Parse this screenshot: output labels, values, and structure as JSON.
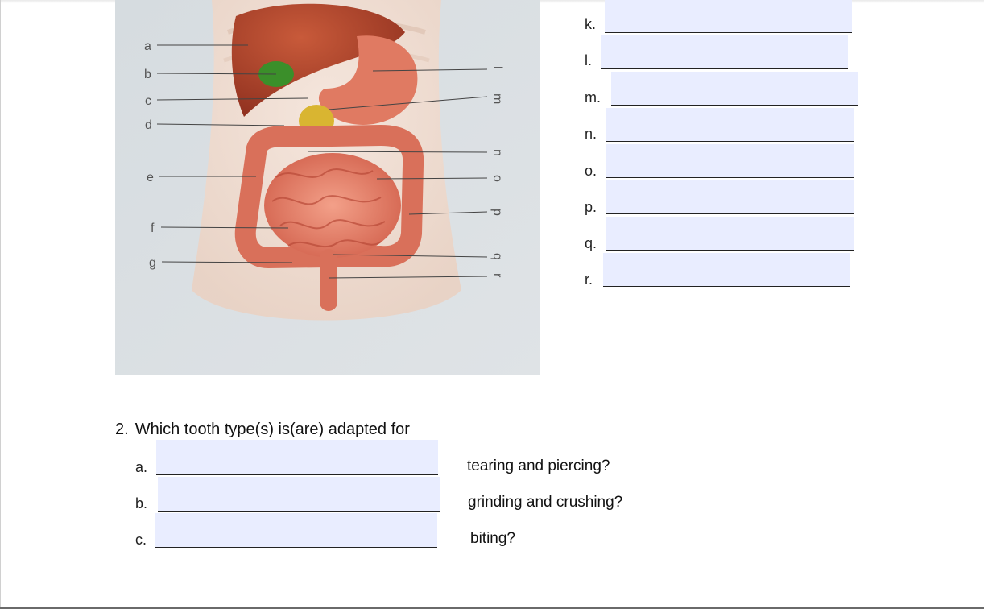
{
  "figure": {
    "left_labels": [
      "a",
      "b",
      "c",
      "d",
      "e",
      "f",
      "g"
    ],
    "right_labels": [
      "l",
      "m",
      "n",
      "o",
      "p",
      "q",
      "r"
    ]
  },
  "answers": [
    {
      "letter": "k.",
      "value": ""
    },
    {
      "letter": "l.",
      "value": ""
    },
    {
      "letter": "m.",
      "value": ""
    },
    {
      "letter": "n.",
      "value": ""
    },
    {
      "letter": "o.",
      "value": ""
    },
    {
      "letter": "p.",
      "value": ""
    },
    {
      "letter": "q.",
      "value": ""
    },
    {
      "letter": "r.",
      "value": ""
    }
  ],
  "question2": {
    "number": "2.",
    "text": "Which tooth type(s) is(are) adapted for",
    "items": [
      {
        "letter": "a.",
        "value": "",
        "prompt": "tearing and piercing?"
      },
      {
        "letter": "b.",
        "value": "",
        "prompt": "grinding and crushing?"
      },
      {
        "letter": "c.",
        "value": "",
        "prompt": "biting?"
      }
    ]
  }
}
